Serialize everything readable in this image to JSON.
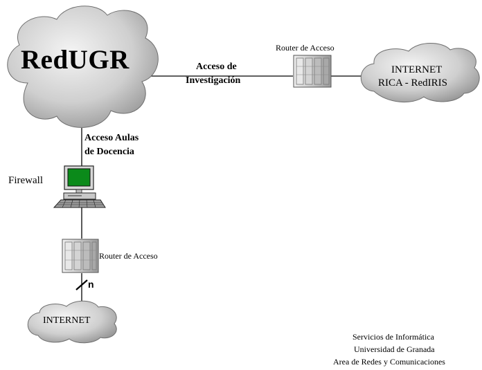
{
  "clouds": {
    "redugr": "RedUGR",
    "internet_top_line1": "INTERNET",
    "internet_top_line2": "RICA - RedIRIS",
    "internet_bottom": "INTERNET"
  },
  "devices": {
    "router_top_label": "Router de Acceso",
    "router_bottom_label": "Router de Acceso",
    "firewall_label": "Firewall"
  },
  "links": {
    "research_line1": "Acceso de",
    "research_line2": "Investigación",
    "teaching_line1": "Acceso Aulas",
    "teaching_line2": "de Docencia",
    "multiplicity": "n"
  },
  "credits": {
    "line1": "Servicios de Informática",
    "line2": "Universidad de Granada",
    "line3": "Area de Redes y Comunicaciones"
  },
  "colors": {
    "cloud_light": "#f2f2f2",
    "cloud_dark": "#8a8a8a",
    "screen_green": "#0b8a1a",
    "line": "#000000"
  }
}
